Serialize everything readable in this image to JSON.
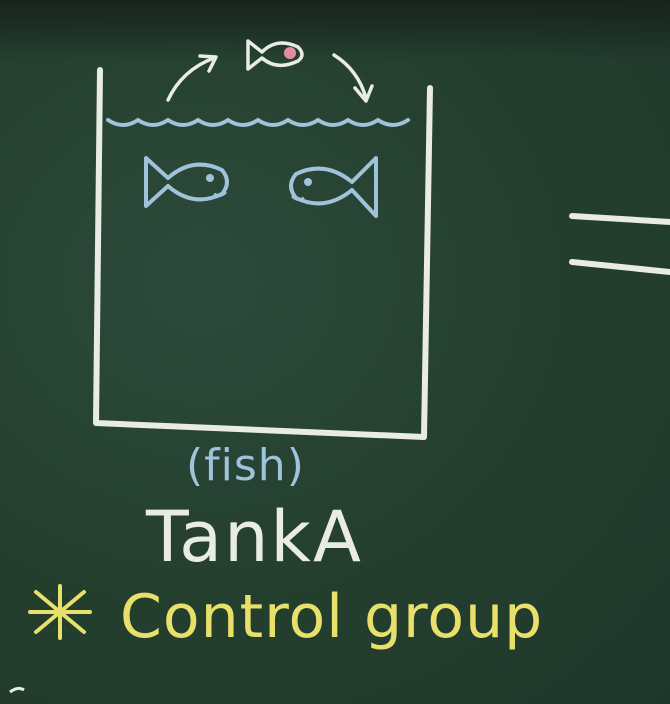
{
  "diagram": {
    "tank_caption": "(fish)",
    "tank_name": "TankA",
    "note": "Control group",
    "colors": {
      "board": "#25402f",
      "chalk_white": "#e9ece4",
      "chalk_blue": "#9fc3da",
      "chalk_yellow": "#e8e06a",
      "chalk_pink": "#e58aa3"
    },
    "icons": [
      "fish-icon",
      "water-waves",
      "arrow-icon",
      "asterisk-icon",
      "equals-sign"
    ]
  }
}
